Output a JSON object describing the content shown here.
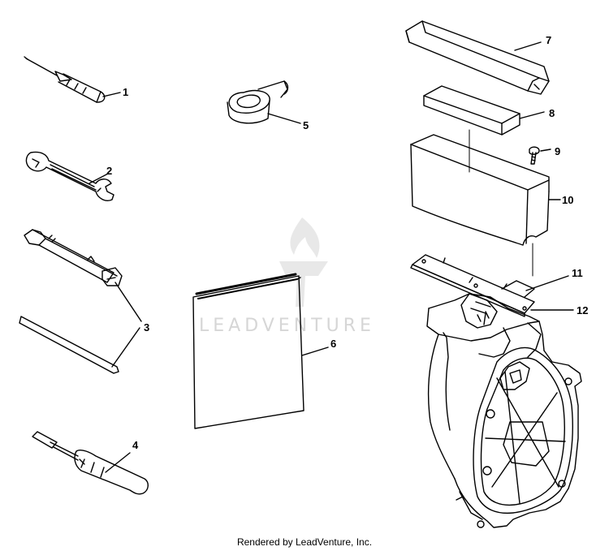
{
  "watermark": {
    "text": "LEADVENTURE"
  },
  "footer": {
    "text": "Rendered by LeadVenture, Inc."
  },
  "callouts": {
    "c1": "1",
    "c2": "2",
    "c3": "3",
    "c4": "4",
    "c5": "5",
    "c6": "6",
    "c7": "7",
    "c8": "8",
    "c9": "9",
    "c10": "10",
    "c11": "11",
    "c12": "12"
  }
}
